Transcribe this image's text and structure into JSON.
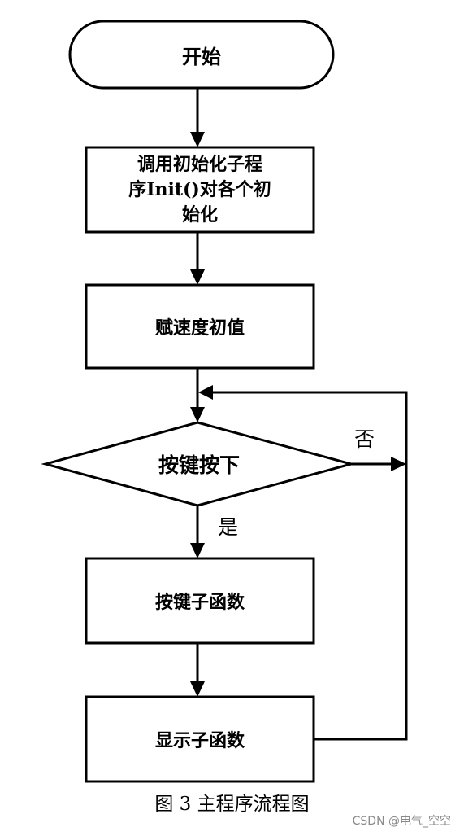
{
  "flowchart": {
    "start": "开始",
    "init": [
      "调用初始化子程",
      "序Init()对各个初",
      "始化"
    ],
    "speed": "赋速度初值",
    "decision": "按键按下",
    "no_label": "否",
    "yes_label": "是",
    "key_routine": "按键子函数",
    "display_routine": "显示子函数"
  },
  "caption": "图 3  主程序流程图",
  "watermark": "CSDN @电气_空空",
  "colors": {
    "stroke": "#000000",
    "background": "#ffffff",
    "watermark": "#8a8a8a"
  }
}
